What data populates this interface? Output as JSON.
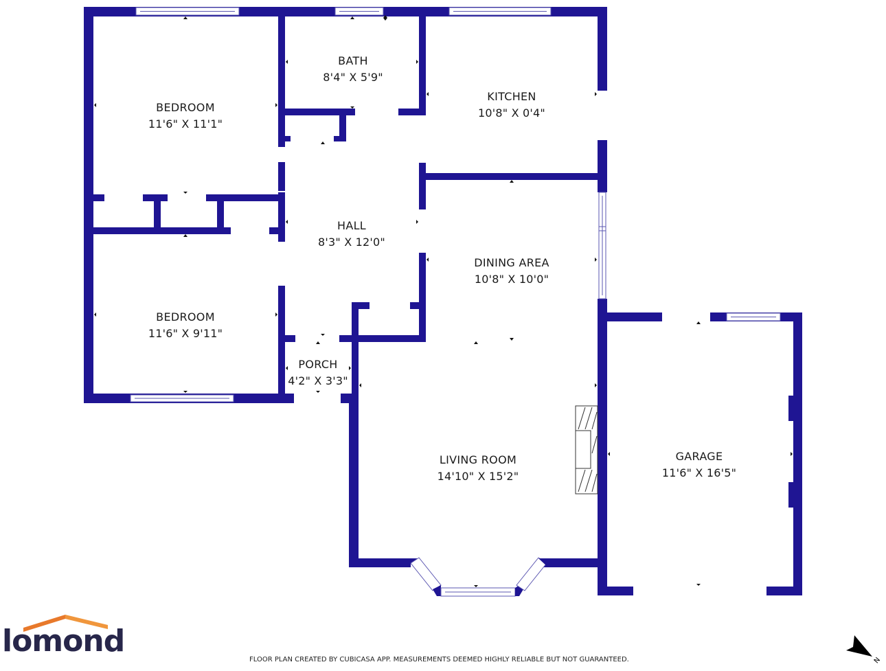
{
  "colors": {
    "wall": "#1f1593",
    "window_stroke": "#5a55b0",
    "text": "#1a1a1a",
    "logo_text": "#27264a",
    "logo_roof_left": "#e8792b",
    "logo_roof_right": "#f0963c"
  },
  "rooms": [
    {
      "name": "BEDROOM",
      "dims": "11'6\" X 11'1\""
    },
    {
      "name": "BATH",
      "dims": "8'4\" X 5'9\""
    },
    {
      "name": "KITCHEN",
      "dims": "10'8\" X 0'4\""
    },
    {
      "name": "HALL",
      "dims": "8'3\" X 12'0\""
    },
    {
      "name": "DINING AREA",
      "dims": "10'8\" X 10'0\""
    },
    {
      "name": "BEDROOM",
      "dims": "11'6\" X 9'11\""
    },
    {
      "name": "PORCH",
      "dims": "4'2\" X 3'3\""
    },
    {
      "name": "LIVING ROOM",
      "dims": "14'10\" X 15'2\""
    },
    {
      "name": "GARAGE",
      "dims": "11'6\" X 16'5\""
    }
  ],
  "branding": {
    "logo_text": "lomond",
    "logo_icon": "roof-icon"
  },
  "footer": {
    "disclaimer": "FLOOR PLAN CREATED BY CUBICASA APP. MEASUREMENTS DEEMED HIGHLY RELIABLE BUT NOT GUARANTEED."
  },
  "compass": {
    "icon": "north-arrow-icon",
    "label": "N"
  }
}
